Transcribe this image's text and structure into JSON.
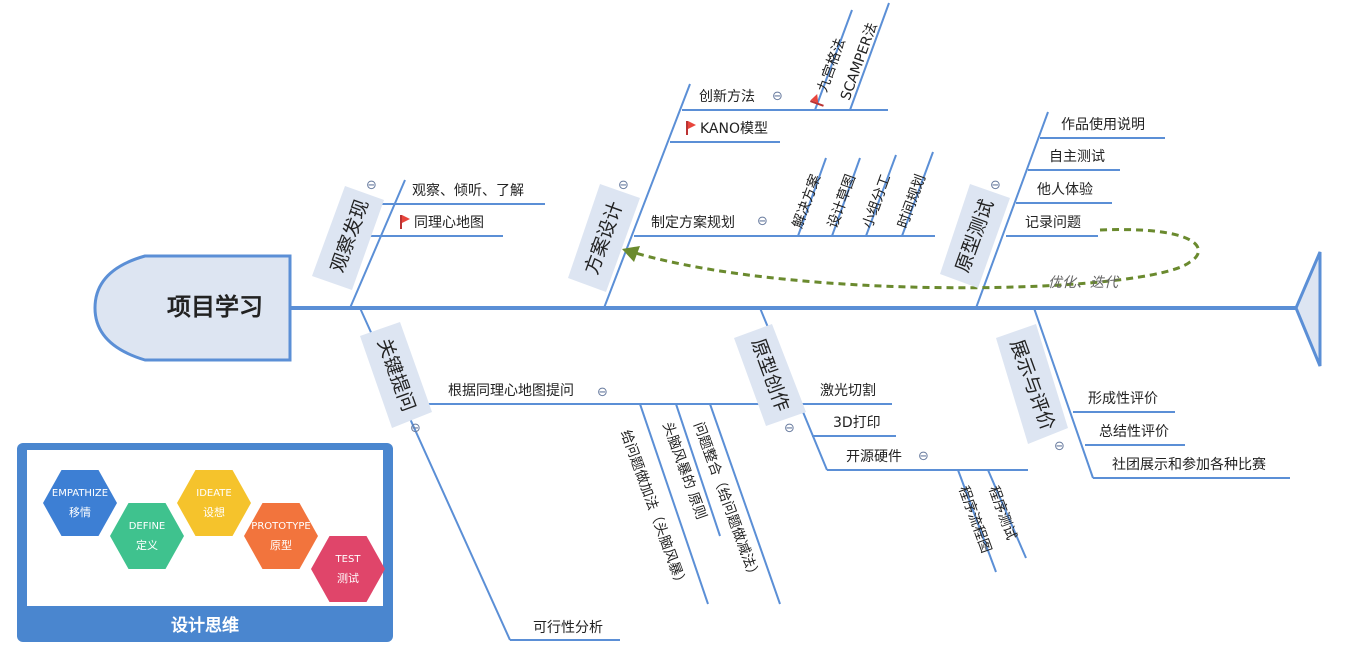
{
  "head": {
    "title": "项目学习"
  },
  "branches": {
    "observe": {
      "label": "观察发现",
      "items": [
        "观察、倾听、了解",
        "同理心地图"
      ]
    },
    "design": {
      "label": "方案设计",
      "innovate": "创新方法",
      "innovate_subs": [
        "九宫格法",
        "SCAMPER法"
      ],
      "kano": "KANO模型",
      "plan": "制定方案规划",
      "plan_subs": [
        "解决方案",
        "设计草图",
        "小组分工",
        "时间规划"
      ]
    },
    "test": {
      "label": "原型测试",
      "items": [
        "作品使用说明",
        "自主测试",
        "他人体验",
        "记录问题"
      ]
    },
    "question": {
      "label": "关键提问",
      "root": "根据同理心地图提问",
      "subs": [
        "给问题做加法（头脑风暴）",
        "头脑风暴的 原则",
        "问题整合（给问题做减法）"
      ],
      "feasibility": "可行性分析"
    },
    "prototype": {
      "label": "原型创作",
      "items": [
        "激光切割",
        "3D打印",
        "开源硬件"
      ],
      "hw_subs": [
        "程序流程图",
        "程序测试"
      ]
    },
    "evaluate": {
      "label": "展示与评价",
      "items": [
        "形成性评价",
        "总结性评价",
        "社团展示和参加各种比赛"
      ]
    }
  },
  "loop_note": "优化、迭代",
  "collapse_glyph": "⊖",
  "legend": {
    "title": "设计思维",
    "steps": [
      {
        "en": "EMPATHIZE",
        "zh": "移情",
        "color": "#3d7fd4"
      },
      {
        "en": "DEFINE",
        "zh": "定义",
        "color": "#3fc28e"
      },
      {
        "en": "IDEATE",
        "zh": "设想",
        "color": "#f5c32c"
      },
      {
        "en": "PROTOTYPE",
        "zh": "原型",
        "color": "#f2743d"
      },
      {
        "en": "TEST",
        "zh": "测试",
        "color": "#e0456a"
      }
    ]
  },
  "colors": {
    "line": "#5b8fd6",
    "box": "#dde5f2",
    "loop": "#6a8a2e"
  }
}
